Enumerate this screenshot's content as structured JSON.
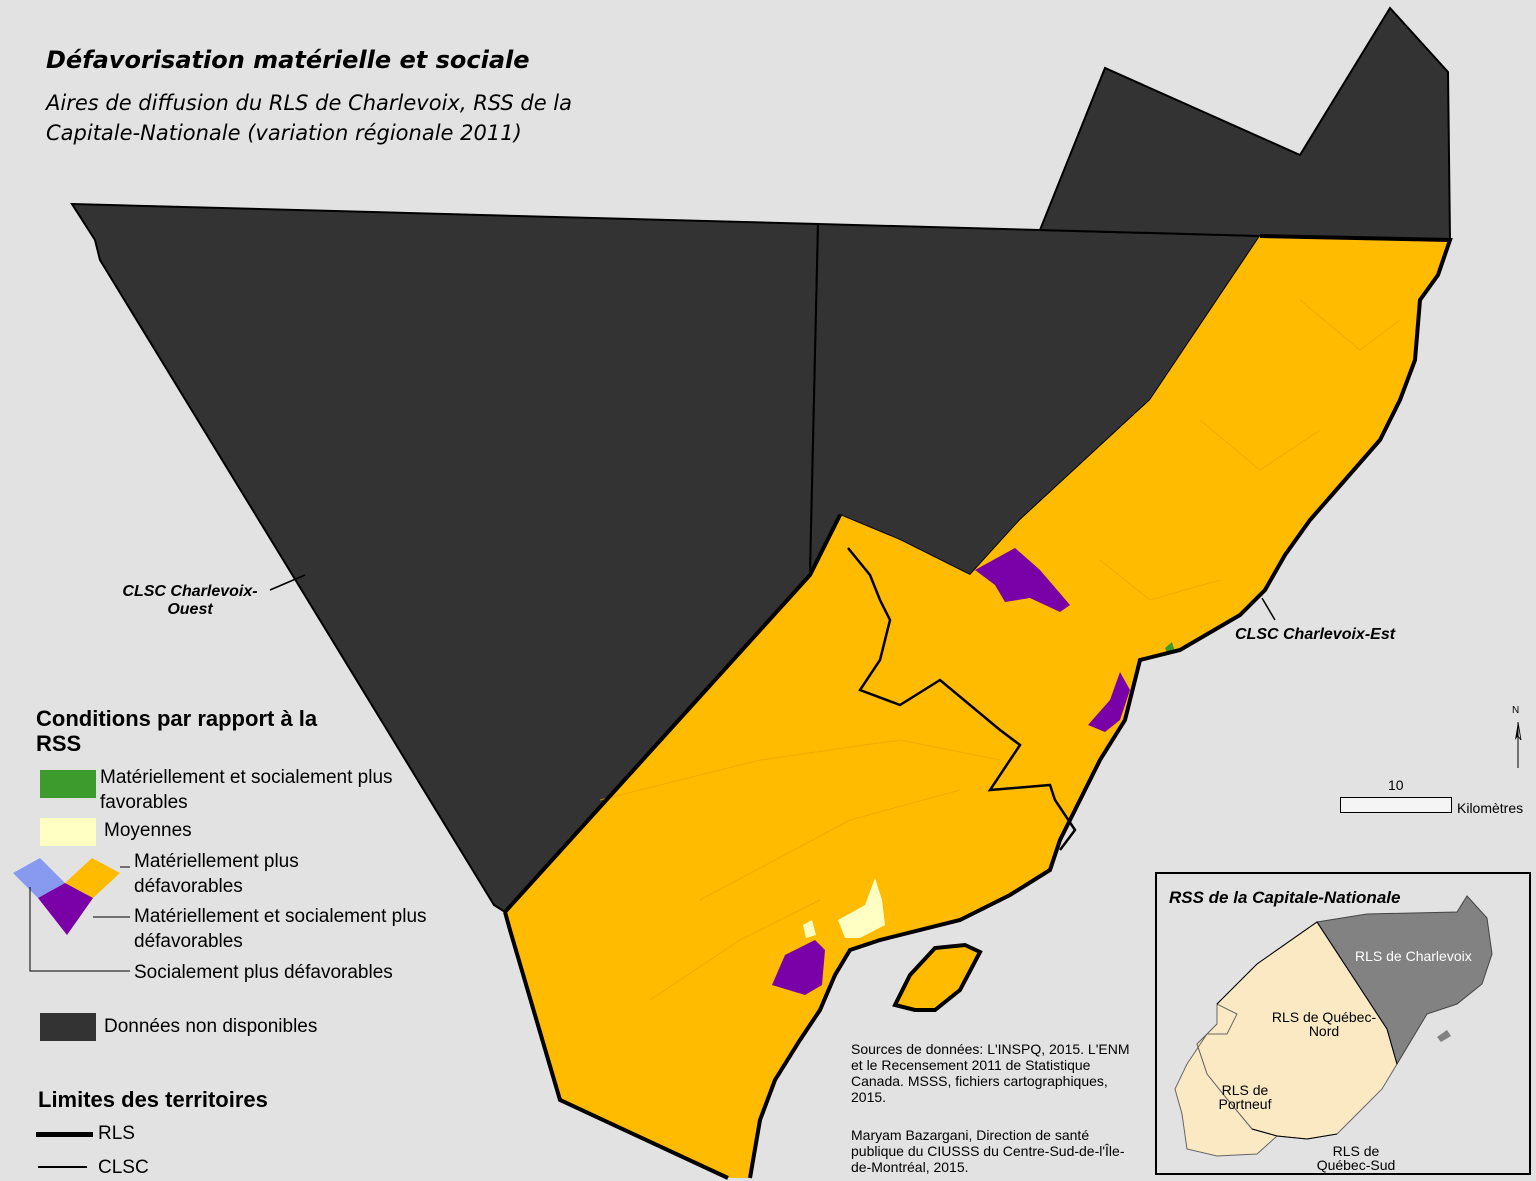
{
  "title": "Défavorisation matérielle et sociale",
  "subtitle": "Aires de diffusion du RLS de Charlevoix, RSS de la Capitale-Nationale (variation régionale 2011)",
  "colors": {
    "background": "#e2e2e2",
    "no_data": "#333333",
    "materially_deprived": "#ffbb00",
    "both_deprived": "#7a00a8",
    "socially_deprived": "#8899f0",
    "favorable": "#3d9a2d",
    "average": "#ffffc4",
    "inset_charlevoix": "#828282",
    "inset_other": "#fbe9c4"
  },
  "map_labels": {
    "clsc_ouest": "CLSC Charlevoix-Ouest",
    "clsc_est": "CLSC Charlevoix-Est"
  },
  "legend": {
    "conditions_title": "Conditions par rapport à la RSS",
    "items": {
      "favorable": "Matériellement et socialement plus favorables",
      "average": "Moyennes",
      "materially": "Matériellement plus défavorables",
      "both": "Matériellement et socialement plus défavorables",
      "socially": "Socialement plus défavorables",
      "no_data": "Données non disponibles"
    },
    "limits_title": "Limites des territoires",
    "limits": {
      "rls": "RLS",
      "clsc": "CLSC"
    }
  },
  "north_arrow": "N",
  "scale_bar": {
    "value": "10",
    "unit": "Kilomètres"
  },
  "sources": {
    "data": "Sources de données: L'INSPQ, 2015. L'ENM et le Recensement 2011 de Statistique Canada. MSSS, fichiers cartographiques, 2015.",
    "author": "Maryam Bazargani, Direction de santé publique du CIUSSS du Centre-Sud-de-l'Île-de-Montréal, 2015."
  },
  "inset": {
    "title": "RSS de la Capitale-Nationale",
    "charlevoix": "RLS de Charlevoix",
    "quebec_nord": "RLS de Québec-Nord",
    "portneuf": "RLS de Portneuf",
    "quebec_sud": "RLS de Québec-Sud"
  }
}
